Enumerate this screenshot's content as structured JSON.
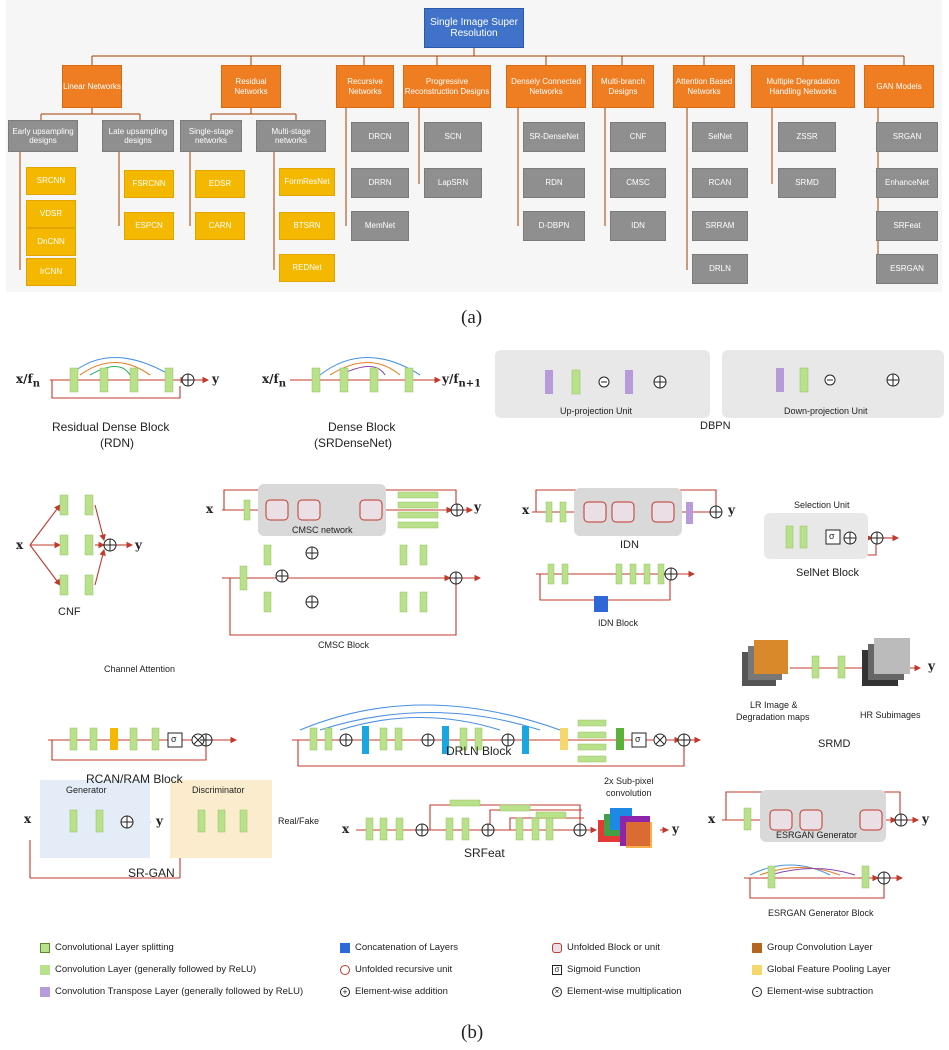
{
  "tree": {
    "root": "Single Image Super Resolution",
    "categories": [
      {
        "label": "Linear Networks"
      },
      {
        "label": "Residual Networks"
      },
      {
        "label": "Recursive Networks",
        "children": [
          "DRCN",
          "DRRN",
          "MemNet"
        ]
      },
      {
        "label": "Progressive Reconstruction Designs",
        "children": [
          "SCN",
          "LapSRN"
        ]
      },
      {
        "label": "Densely Connected Networks",
        "children": [
          "SR-DenseNet",
          "RDN",
          "D-DBPN"
        ]
      },
      {
        "label": "Multi-branch Designs",
        "children": [
          "CNF",
          "CMSC",
          "IDN"
        ]
      },
      {
        "label": "Attention Based Networks",
        "children": [
          "SelNet",
          "RCAN",
          "SRRAM",
          "DRLN"
        ]
      },
      {
        "label": "Multiple Degradation Handling Networks",
        "children": [
          "ZSSR",
          "SRMD"
        ]
      },
      {
        "label": "GAN Models",
        "children": [
          "SRGAN",
          "EnhanceNet",
          "SRFeat",
          "ESRGAN"
        ]
      }
    ],
    "linear_sub": [
      {
        "label": "Early upsampling designs",
        "children": [
          "SRCNN",
          "VDSR",
          "DnCNN",
          "IrCNN"
        ]
      },
      {
        "label": "Late upsampling designs",
        "children": [
          "FSRCNN",
          "ESPCN"
        ]
      }
    ],
    "residual_sub": [
      {
        "label": "Single-stage networks",
        "children": [
          "EDSR",
          "CARN"
        ]
      },
      {
        "label": "Multi-stage networks",
        "children": [
          "FormResNet",
          "BTSRN",
          "REDNet"
        ]
      }
    ]
  },
  "caption_a": "(a)",
  "caption_b": "(b)",
  "diagrams": {
    "rdn": {
      "title": "Residual Dense Block",
      "sub": "(RDN)",
      "in": "x/f",
      "in_sub": "n",
      "out": "y"
    },
    "dense": {
      "title": "Dense Block",
      "sub": "(SRDenseNet)",
      "in": "x/f",
      "in_sub": "n",
      "out": "y/f",
      "out_sub": "n+1"
    },
    "dbpn": {
      "title": "DBPN",
      "up": "Up-projection Unit",
      "down": "Down-projection Unit"
    },
    "cnf": {
      "title": "CNF",
      "in": "x",
      "out": "y"
    },
    "cmsc": {
      "network": "CMSC network",
      "block": "CMSC Block",
      "in": "x",
      "out": "y"
    },
    "idn": {
      "title": "IDN",
      "block": "IDN Block",
      "in": "x",
      "out": "y"
    },
    "selnet": {
      "unit": "Selection Unit",
      "title": "SelNet Block"
    },
    "rcan": {
      "attention": "Channel Attention",
      "title": "RCAN/RAM Block"
    },
    "drln": {
      "title": "DRLN Block"
    },
    "srmd": {
      "lr": "LR Image &",
      "lr2": "Degradation maps",
      "hr": "HR Subimages",
      "title": "SRMD",
      "out": "y"
    },
    "srgan": {
      "generator": "Generator",
      "discriminator": "Discriminator",
      "out": "Real/Fake",
      "title": "SR-GAN",
      "in": "x",
      "y": "y"
    },
    "srfeat": {
      "title": "SRFeat",
      "subpixel": "2x Sub-pixel",
      "subpixel2": "convolution",
      "in": "x",
      "out": "y"
    },
    "esrgan": {
      "generator": "ESRGAN Generator",
      "block": "ESRGAN Generator Block",
      "in": "x",
      "out": "y"
    },
    "sigma": "σ"
  },
  "legend": [
    {
      "icon": "conv-split-icon",
      "label": "Convolutional Layer splitting"
    },
    {
      "icon": "conv-layer-icon",
      "label": "Convolution Layer (generally followed by ReLU)"
    },
    {
      "icon": "conv-transpose-icon",
      "label": "Convolution Transpose Layer (generally followed by ReLU)"
    },
    {
      "icon": "concat-icon",
      "label": "Concatenation of Layers"
    },
    {
      "icon": "recursive-unit-icon",
      "label": "Unfolded recursive unit"
    },
    {
      "icon": "add-icon",
      "label": "Element-wise addition"
    },
    {
      "icon": "unfolded-block-icon",
      "label": "Unfolded Block or unit"
    },
    {
      "icon": "sigmoid-icon",
      "label": "Sigmoid Function"
    },
    {
      "icon": "multiply-icon",
      "label": "Element-wise multiplication"
    },
    {
      "icon": "group-conv-icon",
      "label": "Group Convolution Layer"
    },
    {
      "icon": "pooling-icon",
      "label": "Global Feature Pooling Layer"
    },
    {
      "icon": "subtract-icon",
      "label": "Element-wise subtraction"
    }
  ],
  "colors": {
    "root": "#3f72c8",
    "category": "#ef7d22",
    "model": "#8f8f8f",
    "leaf": "#f5b800",
    "conv": "#b9e08a",
    "transpose": "#b79ad8",
    "arrow": "#c0392b"
  }
}
